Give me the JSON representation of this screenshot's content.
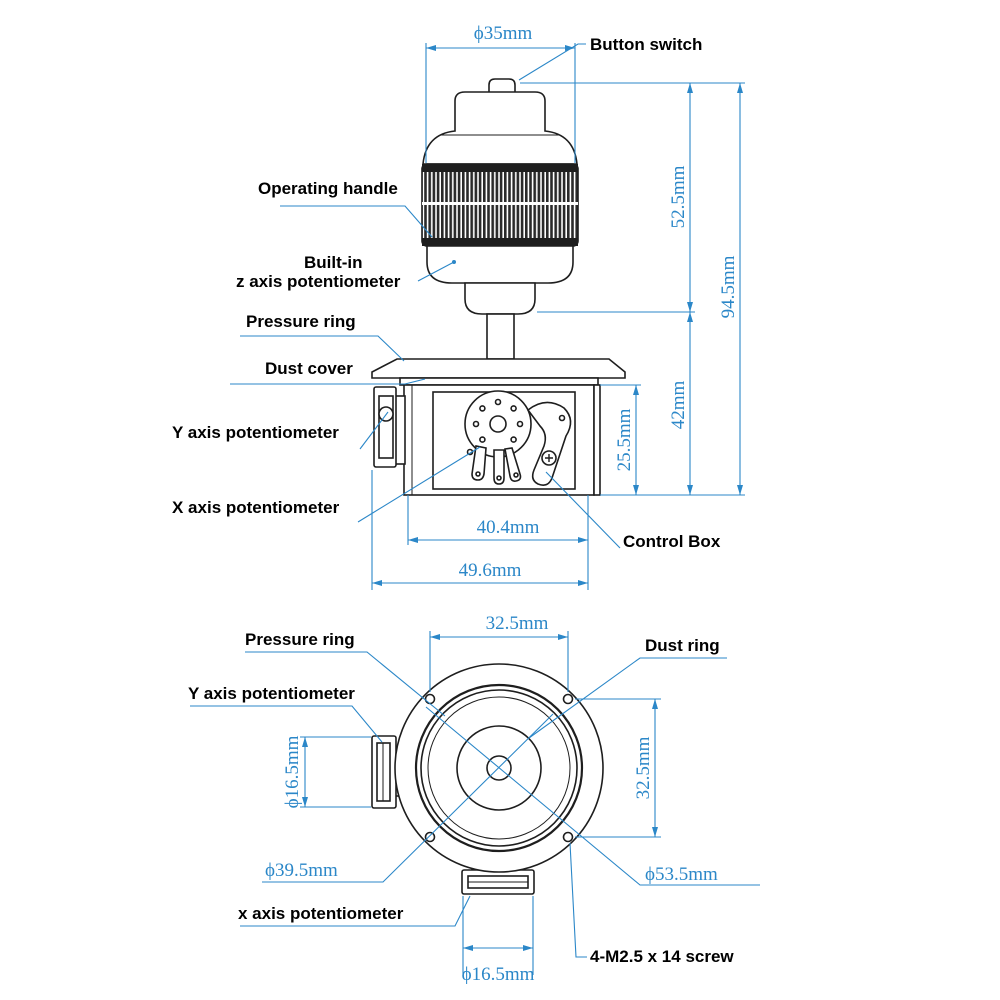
{
  "colors": {
    "dimension": "#2b87c8",
    "outline": "#1e1e1e",
    "label": "#000000"
  },
  "side_view": {
    "labels": {
      "button_switch": "Button switch",
      "operating_handle": "Operating handle",
      "builtin_z_pot_line1": "Built-in",
      "builtin_z_pot_line2": "z axis potentiometer",
      "pressure_ring": "Pressure ring",
      "dust_cover": "Dust cover",
      "y_axis_potentiometer": "Y axis potentiometer",
      "x_axis_potentiometer": "X axis potentiometer",
      "control_box": "Control Box"
    },
    "dimensions": {
      "handle_diameter": "ϕ35mm",
      "handle_height": "52.5mm",
      "total_height": "94.5mm",
      "base_height": "42mm",
      "box_height": "25.5mm",
      "box_width": "40.4mm",
      "overall_width": "49.6mm"
    }
  },
  "bottom_view": {
    "labels": {
      "pressure_ring": "Pressure ring",
      "y_axis_potentiometer": "Y axis potentiometer",
      "dust_ring": "Dust ring",
      "x_axis_potentiometer": "x axis potentiometer",
      "screw": "4-M2.5 x 14 screw"
    },
    "dimensions": {
      "hole_spacing_horizontal": "32.5mm",
      "hole_spacing_vertical": "32.5mm",
      "y_pot_diameter": "ϕ16.5mm",
      "x_pot_diameter": "ϕ16.5mm",
      "ring_diameter": "ϕ39.5mm",
      "flange_diameter": "ϕ53.5mm"
    }
  }
}
